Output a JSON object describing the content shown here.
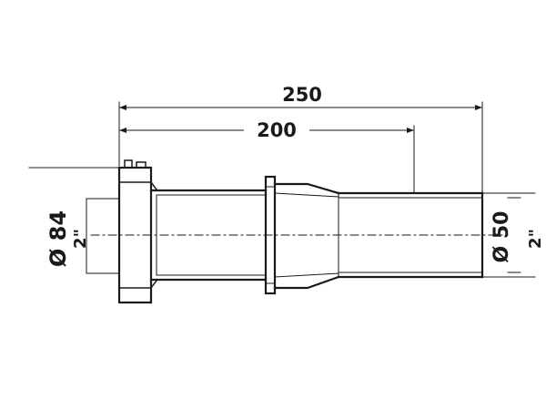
{
  "dimensions": {
    "overall_length": "250",
    "inner_length": "200",
    "left_diameter": "Ø 84",
    "left_thread": "2\"",
    "right_diameter": "Ø 50",
    "right_thread": "2\""
  }
}
